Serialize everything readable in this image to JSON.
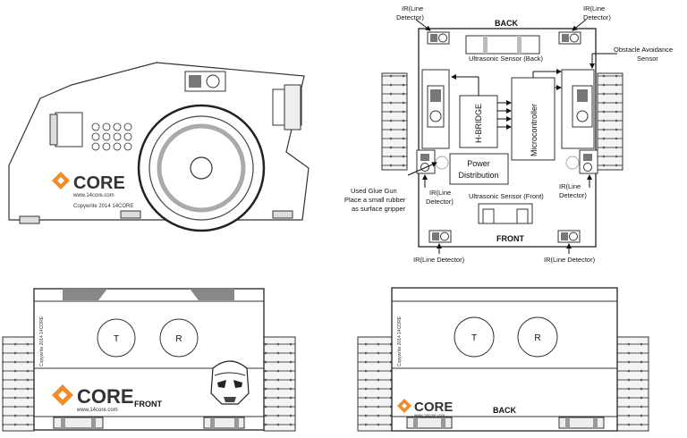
{
  "top_view": {
    "back": "BACK",
    "front": "FRONT",
    "ultrasonic_back": "Ultrasonic Sensor (Back)",
    "ultrasonic_front": "Ultrasonic Sensor (Front)",
    "hbridge": "H-BRIDGE",
    "microcontroller": "Microcontroller",
    "power_line1": "Power",
    "power_line2": "Distribution",
    "ir_tl_1": "IR(Line",
    "ir_tl_2": "Detector)",
    "ir_tr_1": "IR(Line",
    "ir_tr_2": "Detector)",
    "ir_ml_1": "IR(Line",
    "ir_ml_2": "Detector)",
    "ir_mr_1": "IR(Line",
    "ir_mr_2": "Detector)",
    "ir_bl": "IR(Line Detector)",
    "ir_br": "IR(Line Detector)",
    "obstacle_1": "Obstacle Avoidance",
    "obstacle_2": "Sensor",
    "glue_1": "Used Glue Gun",
    "glue_2": "Place a small rubber",
    "glue_3": "as surface gripper"
  },
  "side_view": {
    "logo": "CORE",
    "url": "www.14core.com",
    "copyright": "Copywrite 2014 14CORE"
  },
  "front_view": {
    "t": "T",
    "r": "R",
    "logo": "CORE",
    "url": "www.14core.com",
    "label": "FRONT",
    "copyright": "Copywrite 2014 14CORE"
  },
  "back_view": {
    "t": "T",
    "r": "R",
    "logo": "CORE",
    "url": "www.14core.com",
    "label": "BACK",
    "copyright": "Copywrite 2014 14CORE"
  },
  "colors": {
    "logo_orange": "#f28c28",
    "logo_dark": "#333333"
  }
}
